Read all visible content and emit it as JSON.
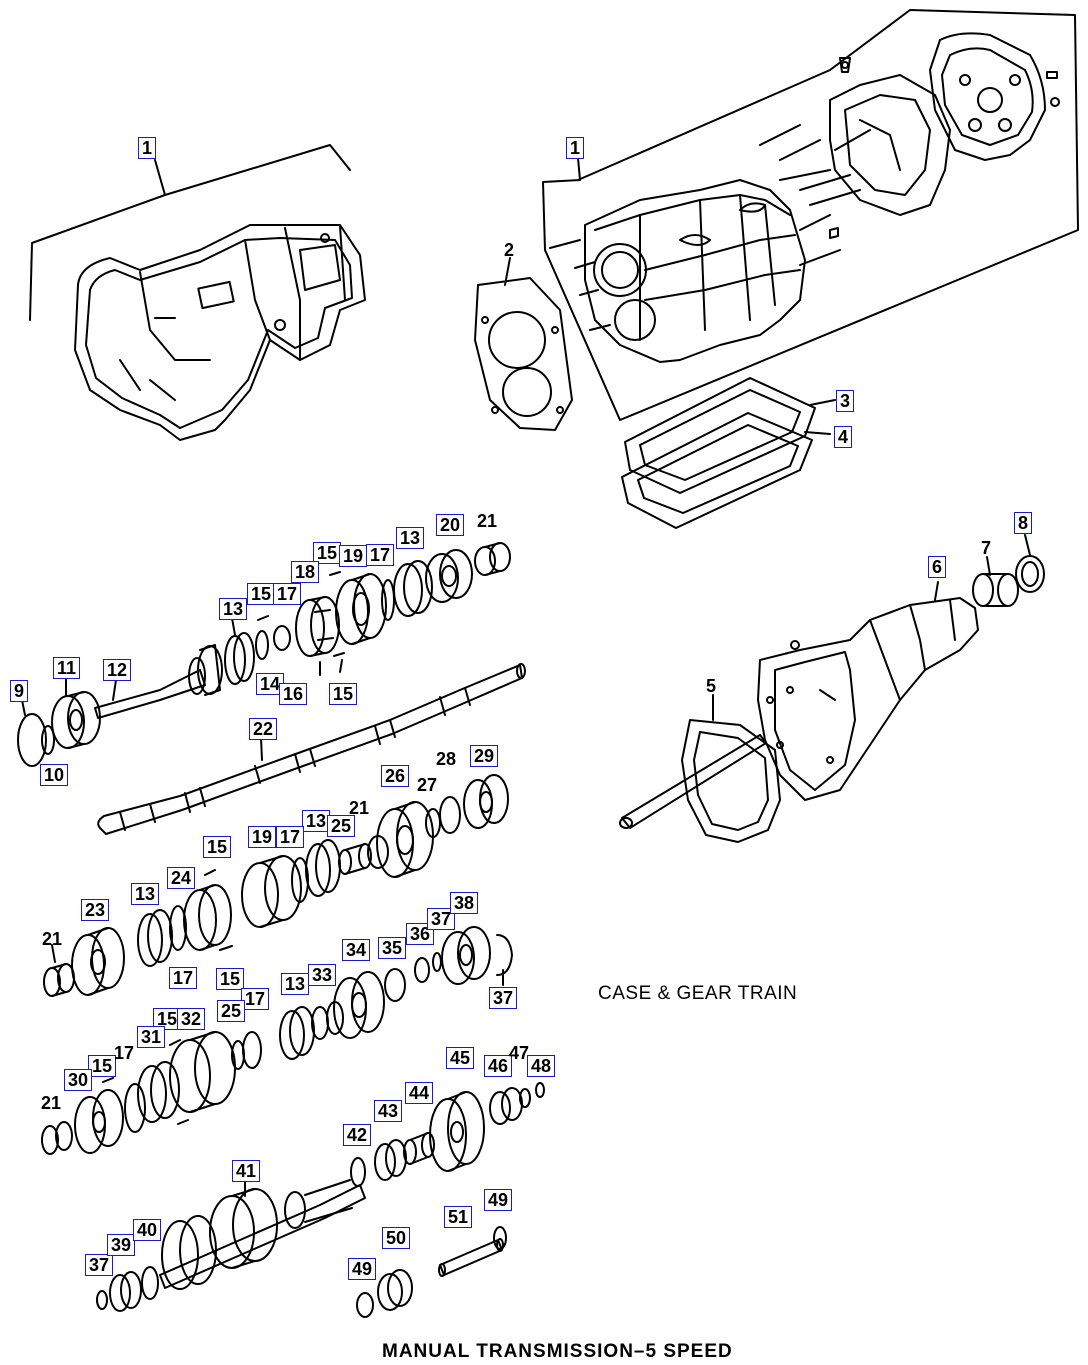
{
  "section_title": "CASE & GEAR TRAIN",
  "diagram_title": "MANUAL TRANSMISSION–5 SPEED",
  "callouts": [
    {
      "id": "c1a",
      "label": "1",
      "boxed": true
    },
    {
      "id": "c1b",
      "label": "1",
      "boxed": true
    },
    {
      "id": "c2",
      "label": "2",
      "boxed": false
    },
    {
      "id": "c3",
      "label": "3",
      "boxed": true
    },
    {
      "id": "c4",
      "label": "4",
      "boxed": true
    },
    {
      "id": "c5",
      "label": "5",
      "boxed": false
    },
    {
      "id": "c6",
      "label": "6",
      "boxed": true
    },
    {
      "id": "c7",
      "label": "7",
      "boxed": false
    },
    {
      "id": "c8",
      "label": "8",
      "boxed": true
    },
    {
      "id": "c9",
      "label": "9",
      "boxed": true
    },
    {
      "id": "c10",
      "label": "10",
      "boxed": true
    },
    {
      "id": "c11",
      "label": "11",
      "boxed": true
    },
    {
      "id": "c12",
      "label": "12",
      "boxed": true
    },
    {
      "id": "c13a",
      "label": "13",
      "boxed": true
    },
    {
      "id": "c13b",
      "label": "13",
      "boxed": true
    },
    {
      "id": "c13c",
      "label": "13",
      "boxed": true
    },
    {
      "id": "c13d",
      "label": "13",
      "boxed": true
    },
    {
      "id": "c13e",
      "label": "13",
      "boxed": true
    },
    {
      "id": "c14",
      "label": "14",
      "boxed": true
    },
    {
      "id": "c15a",
      "label": "15",
      "boxed": true
    },
    {
      "id": "c15b",
      "label": "15",
      "boxed": true
    },
    {
      "id": "c15c",
      "label": "15",
      "boxed": true
    },
    {
      "id": "c15d",
      "label": "15",
      "boxed": true
    },
    {
      "id": "c15e",
      "label": "15",
      "boxed": true
    },
    {
      "id": "c15f",
      "label": "15",
      "boxed": true
    },
    {
      "id": "c15g",
      "label": "15",
      "boxed": true
    },
    {
      "id": "c16",
      "label": "16",
      "boxed": true
    },
    {
      "id": "c17a",
      "label": "17",
      "boxed": true
    },
    {
      "id": "c17b",
      "label": "17",
      "boxed": true
    },
    {
      "id": "c17c",
      "label": "17",
      "boxed": true
    },
    {
      "id": "c17d",
      "label": "17",
      "boxed": true
    },
    {
      "id": "c17e",
      "label": "17",
      "boxed": true
    },
    {
      "id": "c17f",
      "label": "17",
      "boxed": false
    },
    {
      "id": "c18",
      "label": "18",
      "boxed": true
    },
    {
      "id": "c19a",
      "label": "19",
      "boxed": true
    },
    {
      "id": "c19b",
      "label": "19",
      "boxed": true
    },
    {
      "id": "c20",
      "label": "20",
      "boxed": true
    },
    {
      "id": "c21a",
      "label": "21",
      "boxed": false
    },
    {
      "id": "c21b",
      "label": "21",
      "boxed": false
    },
    {
      "id": "c21c",
      "label": "21",
      "boxed": false
    },
    {
      "id": "c21d",
      "label": "21",
      "boxed": false
    },
    {
      "id": "c22",
      "label": "22",
      "boxed": true
    },
    {
      "id": "c23",
      "label": "23",
      "boxed": true
    },
    {
      "id": "c24",
      "label": "24",
      "boxed": true
    },
    {
      "id": "c25a",
      "label": "25",
      "boxed": true
    },
    {
      "id": "c25b",
      "label": "25",
      "boxed": true
    },
    {
      "id": "c26",
      "label": "26",
      "boxed": true
    },
    {
      "id": "c27",
      "label": "27",
      "boxed": false
    },
    {
      "id": "c28",
      "label": "28",
      "boxed": false
    },
    {
      "id": "c29",
      "label": "29",
      "boxed": true
    },
    {
      "id": "c30",
      "label": "30",
      "boxed": true
    },
    {
      "id": "c31",
      "label": "31",
      "boxed": true
    },
    {
      "id": "c32",
      "label": "32",
      "boxed": true
    },
    {
      "id": "c33",
      "label": "33",
      "boxed": true
    },
    {
      "id": "c34",
      "label": "34",
      "boxed": true
    },
    {
      "id": "c35",
      "label": "35",
      "boxed": true
    },
    {
      "id": "c36",
      "label": "36",
      "boxed": true
    },
    {
      "id": "c37a",
      "label": "37",
      "boxed": true
    },
    {
      "id": "c37b",
      "label": "37",
      "boxed": true
    },
    {
      "id": "c37c",
      "label": "37",
      "boxed": true
    },
    {
      "id": "c38",
      "label": "38",
      "boxed": true
    },
    {
      "id": "c39",
      "label": "39",
      "boxed": true
    },
    {
      "id": "c40",
      "label": "40",
      "boxed": true
    },
    {
      "id": "c41",
      "label": "41",
      "boxed": true
    },
    {
      "id": "c42",
      "label": "42",
      "boxed": true
    },
    {
      "id": "c43",
      "label": "43",
      "boxed": true
    },
    {
      "id": "c44",
      "label": "44",
      "boxed": true
    },
    {
      "id": "c45",
      "label": "45",
      "boxed": true
    },
    {
      "id": "c46",
      "label": "46",
      "boxed": true
    },
    {
      "id": "c47",
      "label": "47",
      "boxed": false
    },
    {
      "id": "c48",
      "label": "48",
      "boxed": true
    },
    {
      "id": "c49a",
      "label": "49",
      "boxed": true
    },
    {
      "id": "c49b",
      "label": "49",
      "boxed": true
    },
    {
      "id": "c50",
      "label": "50",
      "boxed": true
    },
    {
      "id": "c51",
      "label": "51",
      "boxed": true
    }
  ]
}
